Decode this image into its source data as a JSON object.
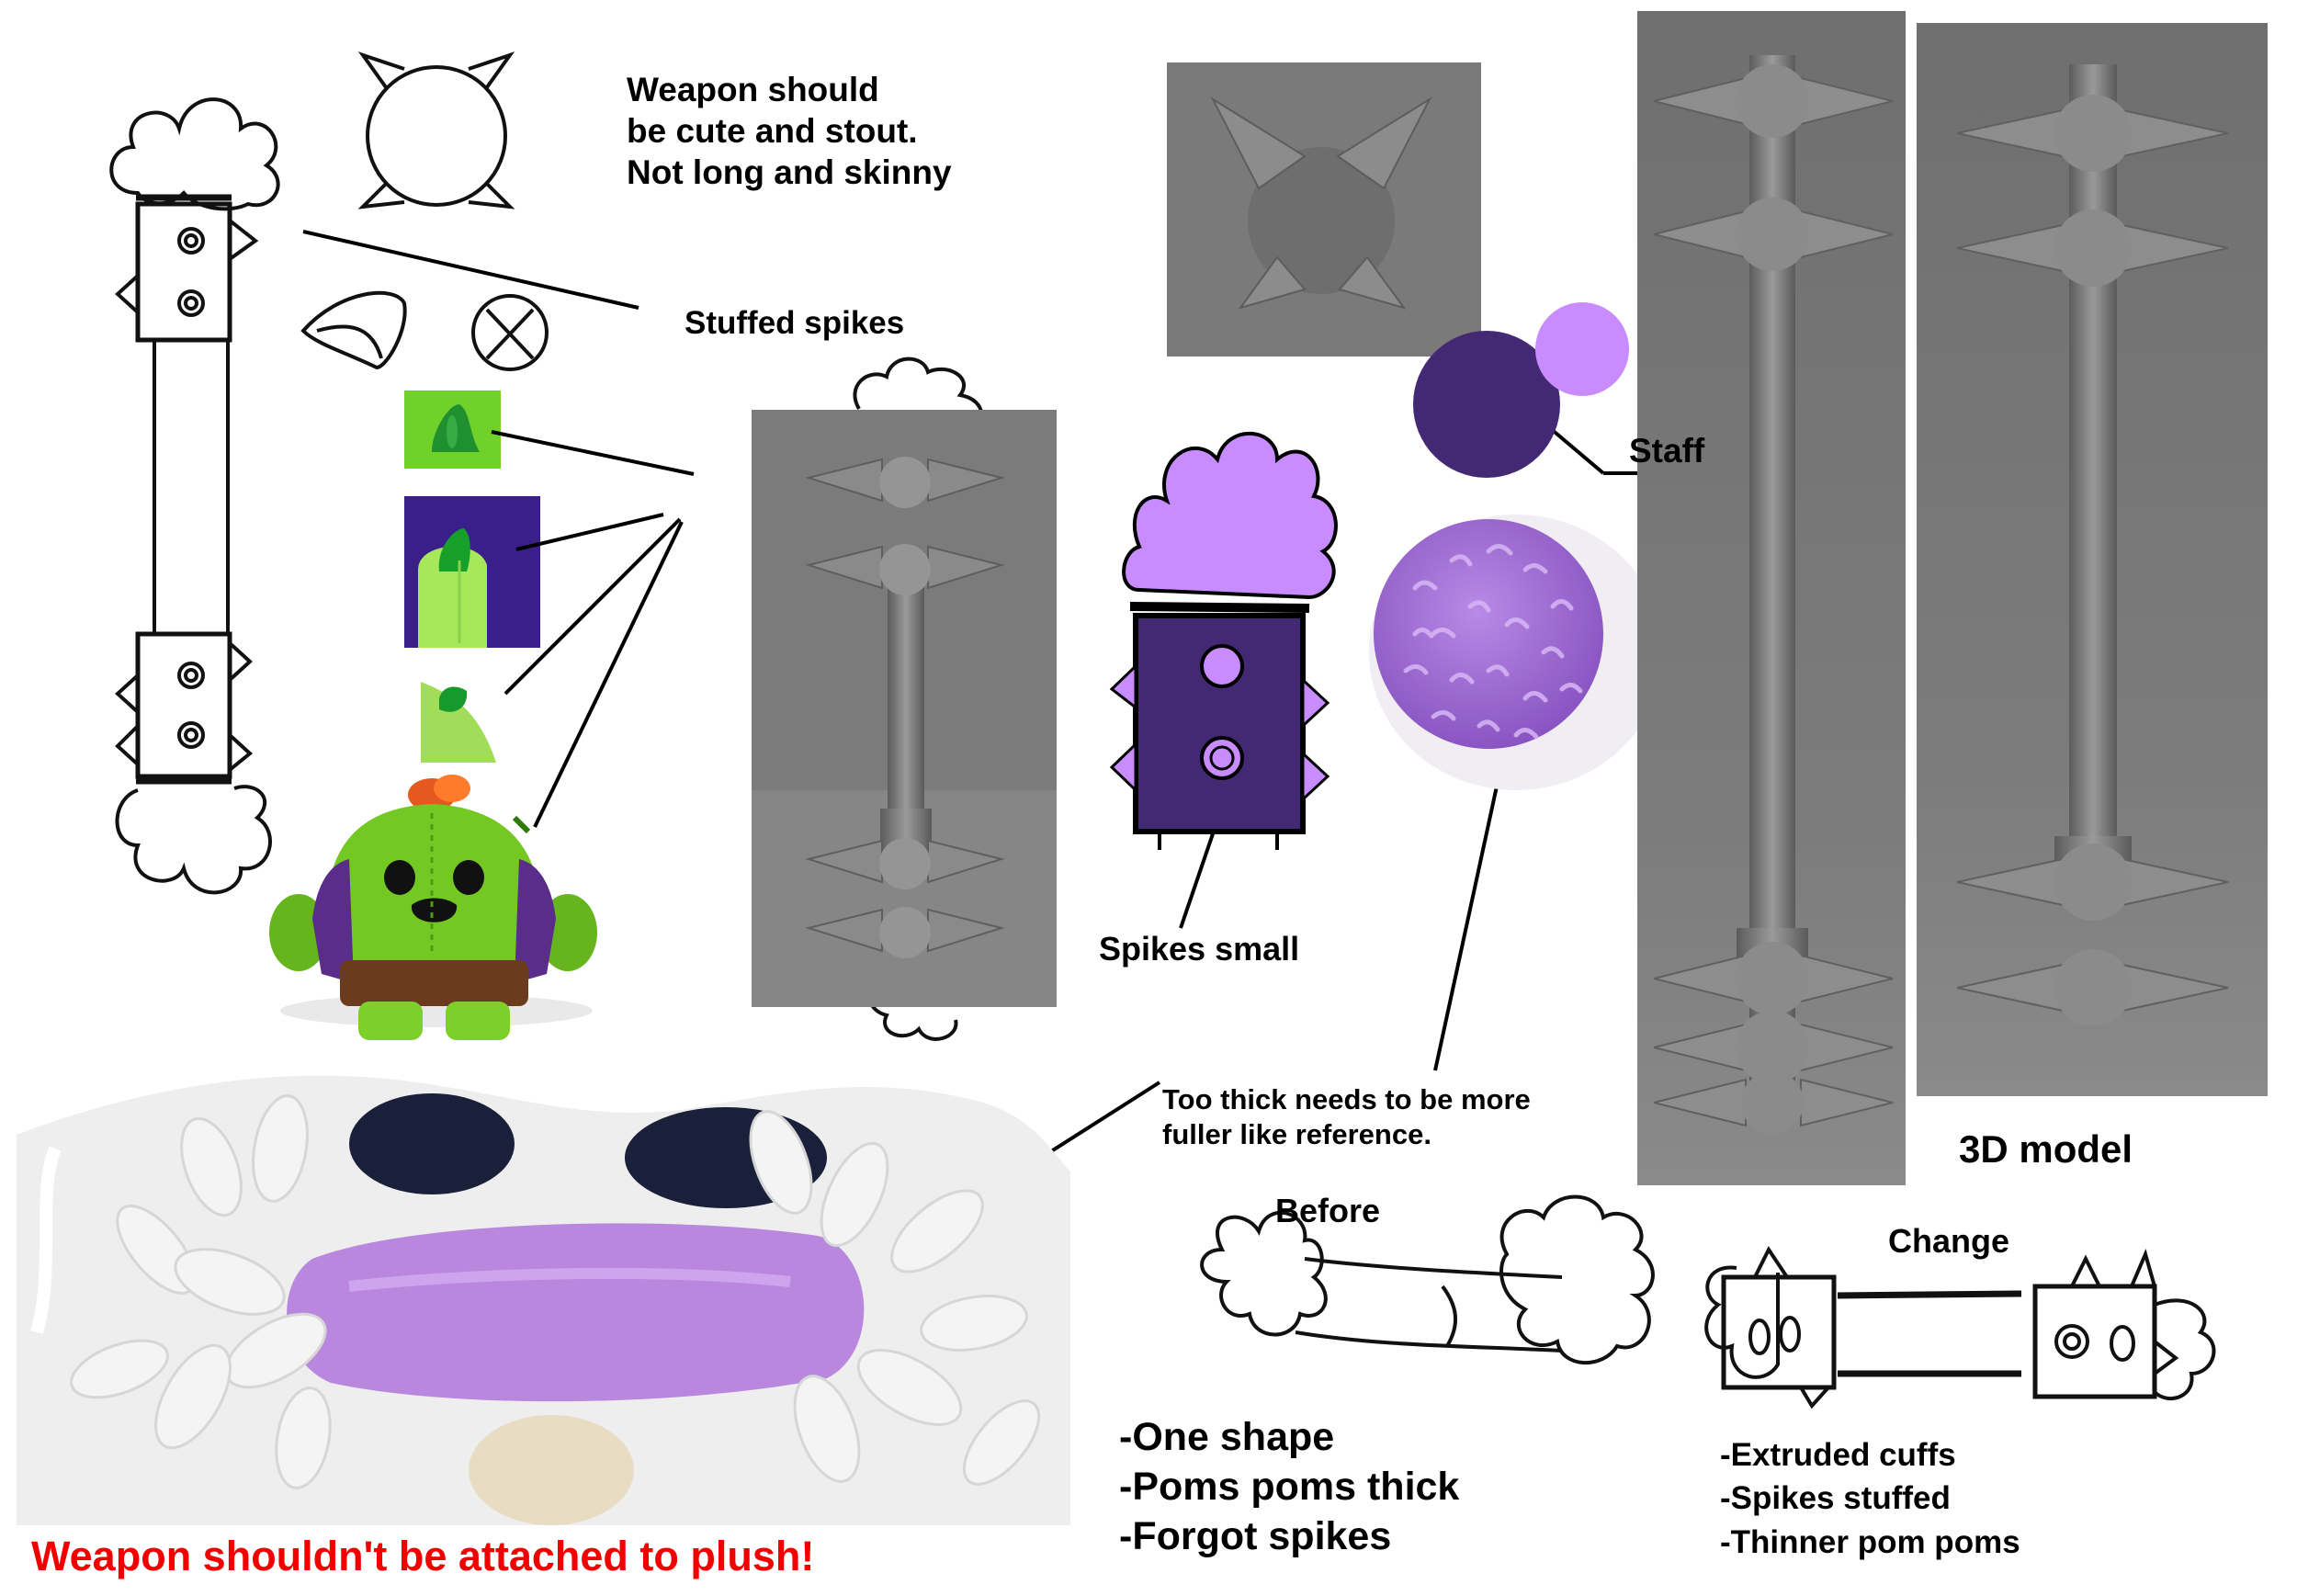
{
  "notes": {
    "weapon_cute": "Weapon should\nbe cute and stout.\nNot long and skinny",
    "stuffed_spikes": "Stuffed spikes",
    "staff": "Staff",
    "spikes_small": "Spikes small",
    "too_thick": "Too thick needs to be more\nfuller like reference.",
    "model_3d": "3D model",
    "before": "Before",
    "change": "Change",
    "before_list": "-One shape\n-Poms poms thick\n-Forgot spikes",
    "change_list": "-Extruded cuffs\n-Spikes stuffed\n-Thinner pom poms",
    "warning": "Weapon shouldn't be attached to plush!"
  },
  "palette": {
    "staff_dark": "#432873",
    "staff_light": "#c98cff",
    "cactus_green": "#7ed321",
    "warning_red": "#f20000",
    "render_gray": "#7a7a7a"
  }
}
